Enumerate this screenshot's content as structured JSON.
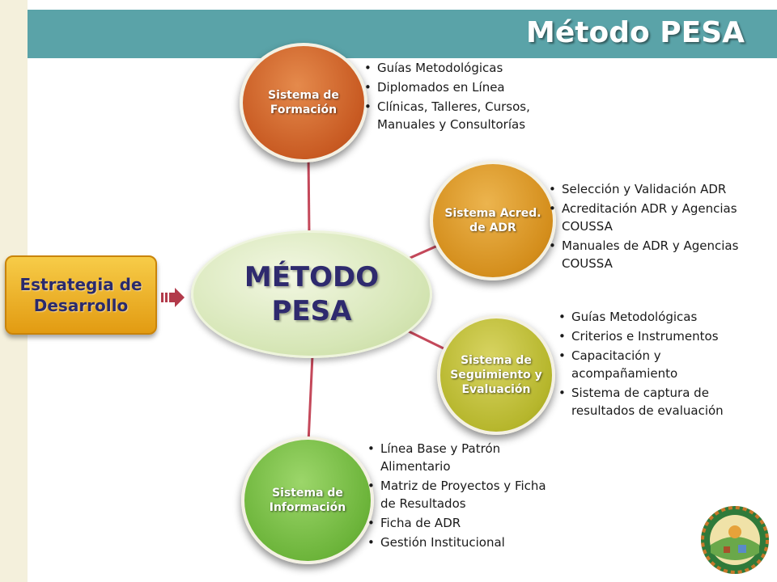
{
  "slide": {
    "title": "Método PESA",
    "accent_color": "#5aa3a8",
    "connector_color": "#c4485a"
  },
  "center": {
    "line1": "MÉTODO",
    "line2": "PESA"
  },
  "strategy": {
    "line1": "Estrategia de",
    "line2": "Desarrollo",
    "color": "#f0b32a"
  },
  "nodes": [
    {
      "label": "Sistema de Formación",
      "color": "#c85a22",
      "bullets": [
        "Guías Metodológicas",
        "Diplomados en Línea",
        "Clínicas, Talleres, Cursos, Manuales y Consultorías"
      ]
    },
    {
      "label": "Sistema Acred. de ADR",
      "color": "#d48e1c",
      "bullets": [
        "Selección y Validación ADR",
        "Acreditación ADR y Agencias COUSSA",
        "Manuales de ADR y Agencias COUSSA"
      ]
    },
    {
      "label": "Sistema de Seguimiento y Evaluación",
      "color": "#b6b62c",
      "bullets": [
        "Guías Metodológicas",
        "Criterios e Instrumentos",
        "Capacitación y acompañamiento",
        "Sistema de captura de resultados de evaluación"
      ]
    },
    {
      "label": "Sistema de Información",
      "color": "#6cb43a",
      "bullets": [
        "Línea Base y Patrón Alimentario",
        "Matriz de Proyectos y Ficha de Resultados",
        "Ficha de ADR",
        "Gestión Institucional"
      ]
    }
  ]
}
